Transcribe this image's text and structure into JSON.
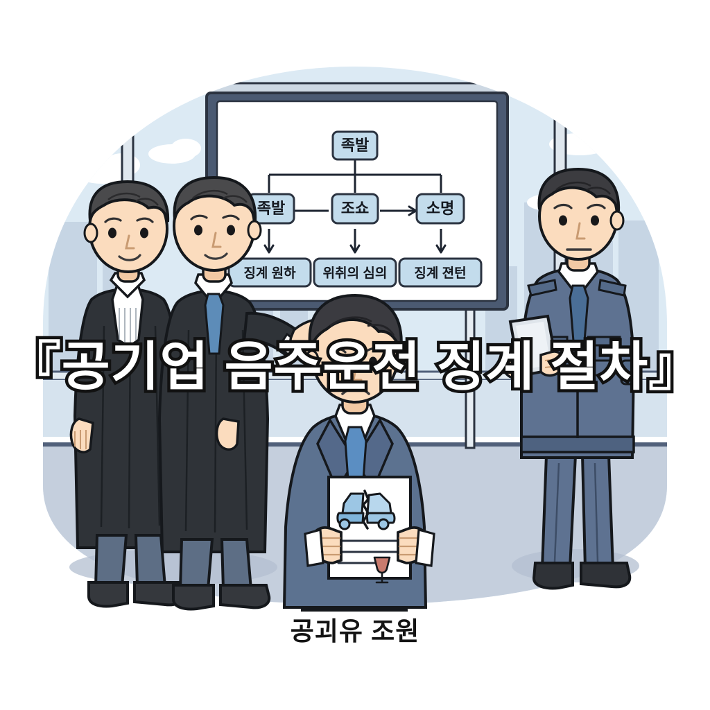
{
  "image": {
    "title_overlay": "『공기업 음주운전 징계 절차』",
    "caption": "공괴유 조원",
    "background_color": "#ffffff",
    "panel_color": "#dceaf4"
  },
  "whiteboard": {
    "frame_color": "#4b5a72",
    "board_color": "#ffffff",
    "flowchart": {
      "box_fill": "#c3dcec",
      "box_border": "#2b3340",
      "top": {
        "label": "족발"
      },
      "middle": [
        {
          "label": "족발"
        },
        {
          "label": "조쇼"
        },
        {
          "label": "소명"
        }
      ],
      "bottom": [
        {
          "label": "징계 원하"
        },
        {
          "label": "위취의 심의"
        },
        {
          "label": "징계 젼턴"
        }
      ],
      "connector_middle_1_2": "line",
      "connector_middle_2_3": "arrow"
    }
  },
  "figures": {
    "judge_left": {
      "name": "judge-with-jabot",
      "robe_color": "#2f3338",
      "collar": "white-jabot",
      "trousers_color": "#5d6e85",
      "shoes_color": "#35383d",
      "skin_color": "#fbdcbe",
      "hair_color": "#4a4a4c",
      "expression": "slight-smile"
    },
    "judge_right": {
      "name": "judge-pointing",
      "robe_color": "#2f3338",
      "tie_color": "#5d8cb8",
      "shirt_color": "#ffffff",
      "trousers_color": "#5d6e85",
      "shoes_color": "#35383d",
      "skin_color": "#fbdcbe",
      "hair_color": "#4a4a4c",
      "gesture": "open-palm-presenting",
      "expression": "slight-smile"
    },
    "employee_center": {
      "name": "accused-employee",
      "suit_color": "#5c7290",
      "shirt_color": "#ffffff",
      "tie_color": "#5b8ec2",
      "skin_color": "#fbdcbe",
      "hair_color": "#3b3b40",
      "expression": "sad-frown",
      "holding": "notice-document"
    },
    "officer_right": {
      "name": "uniformed-officer",
      "uniform_color": "#5e7291",
      "shirt_color": "#ffffff",
      "tie_color": "#4a6e96",
      "skin_color": "#fbdcbe",
      "hair_color": "#3c3c40",
      "expression": "stern",
      "holding": "clipboard"
    }
  },
  "document": {
    "paper_color": "#ffffff",
    "icons": [
      "broken-car-icon",
      "wine-glass-icon"
    ],
    "car_color": "#9cc6e4",
    "wine_color": "#c97b6e",
    "text_lines": 3
  },
  "background": {
    "sky_color": "#dceaf4",
    "cloud_color": "#ffffff",
    "building_color": "#c3d2e2",
    "floor_color": "#c5cfdd",
    "wall_band_color": "#d6e3ee"
  }
}
